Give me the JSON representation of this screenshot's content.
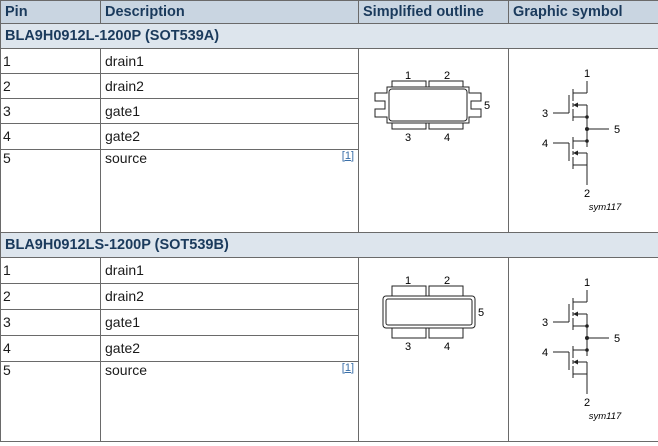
{
  "header": {
    "pin": "Pin",
    "description": "Description",
    "outline": "Simplified outline",
    "symbol": "Graphic symbol"
  },
  "groups": [
    {
      "title": "BLA9H0912L-1200P (SOT539A)",
      "rows": [
        {
          "pin": "1",
          "desc": "drain1"
        },
        {
          "pin": "2",
          "desc": "drain2"
        },
        {
          "pin": "3",
          "desc": "gate1"
        },
        {
          "pin": "4",
          "desc": "gate2"
        },
        {
          "pin": "5",
          "desc": "source",
          "note": "[1]"
        }
      ],
      "outline_labels": {
        "p1": "1",
        "p2": "2",
        "p3": "3",
        "p4": "4",
        "p5": "5"
      },
      "symbol_labels": {
        "p1": "1",
        "p2": "2",
        "p3": "3",
        "p4": "4",
        "p5": "5",
        "code": "sym117"
      }
    },
    {
      "title": "BLA9H0912LS-1200P (SOT539B)",
      "rows": [
        {
          "pin": "1",
          "desc": "drain1"
        },
        {
          "pin": "2",
          "desc": "drain2"
        },
        {
          "pin": "3",
          "desc": "gate1"
        },
        {
          "pin": "4",
          "desc": "gate2"
        },
        {
          "pin": "5",
          "desc": "source",
          "note": "[1]"
        }
      ],
      "outline_labels": {
        "p1": "1",
        "p2": "2",
        "p3": "3",
        "p4": "4",
        "p5": "5"
      },
      "symbol_labels": {
        "p1": "1",
        "p2": "2",
        "p3": "3",
        "p4": "4",
        "p5": "5",
        "code": "sym117"
      }
    }
  ]
}
